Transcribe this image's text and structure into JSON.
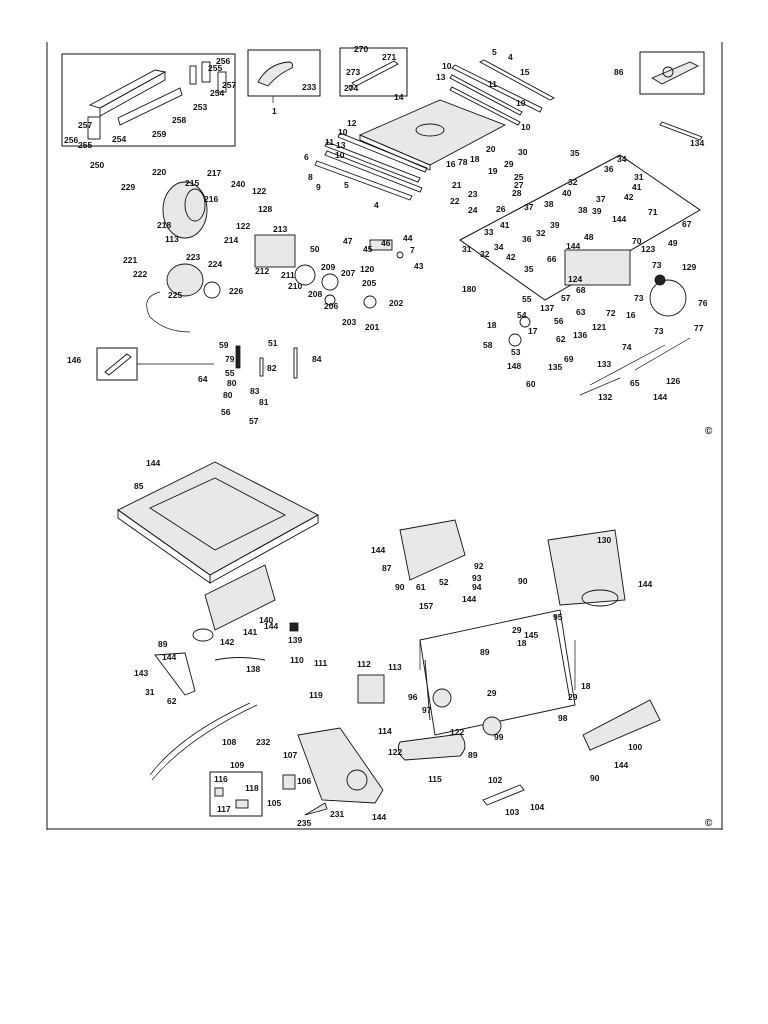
{
  "copyright_symbol": "©",
  "part_labels": [
    {
      "id": "l1",
      "text": "1"
    },
    {
      "id": "l233",
      "text": "233"
    },
    {
      "id": "l250",
      "text": "250"
    },
    {
      "id": "l259",
      "text": "259"
    },
    {
      "id": "l258",
      "text": "258"
    },
    {
      "id": "l253",
      "text": "253"
    },
    {
      "id": "l256a",
      "text": "256"
    },
    {
      "id": "l255a",
      "text": "255"
    },
    {
      "id": "l257a",
      "text": "257"
    },
    {
      "id": "l254a",
      "text": "254"
    },
    {
      "id": "l256b",
      "text": "256"
    },
    {
      "id": "l257b",
      "text": "257"
    },
    {
      "id": "l255b",
      "text": "255"
    },
    {
      "id": "l254b",
      "text": "254"
    },
    {
      "id": "l270",
      "text": "270"
    },
    {
      "id": "l271",
      "text": "271"
    },
    {
      "id": "l273",
      "text": "273"
    },
    {
      "id": "l274",
      "text": "274"
    },
    {
      "id": "l5a",
      "text": "5"
    },
    {
      "id": "l4a",
      "text": "4"
    },
    {
      "id": "l15",
      "text": "15"
    },
    {
      "id": "l10a",
      "text": "10"
    },
    {
      "id": "l13a",
      "text": "13"
    },
    {
      "id": "l11a",
      "text": "11"
    },
    {
      "id": "l10b",
      "text": "10"
    },
    {
      "id": "l10c",
      "text": "10"
    },
    {
      "id": "l86",
      "text": "86"
    },
    {
      "id": "l134",
      "text": "134"
    },
    {
      "id": "l14",
      "text": "14"
    },
    {
      "id": "l12",
      "text": "12"
    },
    {
      "id": "l10d",
      "text": "10"
    },
    {
      "id": "l11b",
      "text": "11"
    },
    {
      "id": "l13b",
      "text": "13"
    },
    {
      "id": "l10e",
      "text": "10"
    },
    {
      "id": "l6",
      "text": "6"
    },
    {
      "id": "l8",
      "text": "8"
    },
    {
      "id": "l9",
      "text": "9"
    },
    {
      "id": "l5b",
      "text": "5"
    },
    {
      "id": "l4b",
      "text": "4"
    },
    {
      "id": "l20",
      "text": "20"
    },
    {
      "id": "l30",
      "text": "30"
    },
    {
      "id": "l16",
      "text": "16"
    },
    {
      "id": "l78",
      "text": "78"
    },
    {
      "id": "l18a",
      "text": "18"
    },
    {
      "id": "l29a",
      "text": "29"
    },
    {
      "id": "l19",
      "text": "19"
    },
    {
      "id": "l25",
      "text": "25"
    },
    {
      "id": "l21",
      "text": "21"
    },
    {
      "id": "l27",
      "text": "27"
    },
    {
      "id": "l23",
      "text": "23"
    },
    {
      "id": "l28",
      "text": "28"
    },
    {
      "id": "l22",
      "text": "22"
    },
    {
      "id": "l24",
      "text": "24"
    },
    {
      "id": "l26",
      "text": "26"
    },
    {
      "id": "l35a",
      "text": "35"
    },
    {
      "id": "l34a",
      "text": "34"
    },
    {
      "id": "l36a",
      "text": "36"
    },
    {
      "id": "l31a",
      "text": "31"
    },
    {
      "id": "l41a",
      "text": "41"
    },
    {
      "id": "l42a",
      "text": "42"
    },
    {
      "id": "l32a",
      "text": "32"
    },
    {
      "id": "l40",
      "text": "40"
    },
    {
      "id": "l37a",
      "text": "37"
    },
    {
      "id": "l38a",
      "text": "38"
    },
    {
      "id": "l39a",
      "text": "39"
    },
    {
      "id": "l38b",
      "text": "38"
    },
    {
      "id": "l39b",
      "text": "39"
    },
    {
      "id": "l37b",
      "text": "37"
    },
    {
      "id": "l32b",
      "text": "32"
    },
    {
      "id": "l41b",
      "text": "41"
    },
    {
      "id": "l33",
      "text": "33"
    },
    {
      "id": "l36b",
      "text": "36"
    },
    {
      "id": "l31b",
      "text": "31"
    },
    {
      "id": "l34b",
      "text": "34"
    },
    {
      "id": "l32c",
      "text": "32"
    },
    {
      "id": "l42b",
      "text": "42"
    },
    {
      "id": "l35b",
      "text": "35"
    },
    {
      "id": "l66",
      "text": "66"
    },
    {
      "id": "l144a",
      "text": "144"
    },
    {
      "id": "l70",
      "text": "70"
    },
    {
      "id": "l71",
      "text": "71"
    },
    {
      "id": "l67",
      "text": "67"
    },
    {
      "id": "l48",
      "text": "48"
    },
    {
      "id": "l144b",
      "text": "144"
    },
    {
      "id": "l123",
      "text": "123"
    },
    {
      "id": "l49",
      "text": "49"
    },
    {
      "id": "l124",
      "text": "124"
    },
    {
      "id": "l73a",
      "text": "73"
    },
    {
      "id": "l129",
      "text": "129"
    },
    {
      "id": "l180",
      "text": "180"
    },
    {
      "id": "l68",
      "text": "68"
    },
    {
      "id": "l73b",
      "text": "73"
    },
    {
      "id": "l220",
      "text": "220"
    },
    {
      "id": "l229",
      "text": "229"
    },
    {
      "id": "l217",
      "text": "217"
    },
    {
      "id": "l215",
      "text": "215"
    },
    {
      "id": "l216",
      "text": "216"
    },
    {
      "id": "l240",
      "text": "240"
    },
    {
      "id": "l122a",
      "text": "122"
    },
    {
      "id": "l128",
      "text": "128"
    },
    {
      "id": "l122b",
      "text": "122"
    },
    {
      "id": "l218",
      "text": "218"
    },
    {
      "id": "l113a",
      "text": "113"
    },
    {
      "id": "l213",
      "text": "213"
    },
    {
      "id": "l214",
      "text": "214"
    },
    {
      "id": "l50",
      "text": "50"
    },
    {
      "id": "l212",
      "text": "212"
    },
    {
      "id": "l221",
      "text": "221"
    },
    {
      "id": "l222",
      "text": "222"
    },
    {
      "id": "l223",
      "text": "223"
    },
    {
      "id": "l224",
      "text": "224"
    },
    {
      "id": "l209",
      "text": "209"
    },
    {
      "id": "l211",
      "text": "211"
    },
    {
      "id": "l207",
      "text": "207"
    },
    {
      "id": "l210",
      "text": "210"
    },
    {
      "id": "l208",
      "text": "208"
    },
    {
      "id": "l206",
      "text": "206"
    },
    {
      "id": "l205",
      "text": "205"
    },
    {
      "id": "l202",
      "text": "202"
    },
    {
      "id": "l203",
      "text": "203"
    },
    {
      "id": "l201",
      "text": "201"
    },
    {
      "id": "l225",
      "text": "225"
    },
    {
      "id": "l226",
      "text": "226"
    },
    {
      "id": "l47",
      "text": "47"
    },
    {
      "id": "l46",
      "text": "46"
    },
    {
      "id": "l45",
      "text": "45"
    },
    {
      "id": "l44",
      "text": "44"
    },
    {
      "id": "l7",
      "text": "7"
    },
    {
      "id": "l120",
      "text": "120"
    },
    {
      "id": "l43",
      "text": "43"
    },
    {
      "id": "l55a",
      "text": "55"
    },
    {
      "id": "l57a",
      "text": "57"
    },
    {
      "id": "l137",
      "text": "137"
    },
    {
      "id": "l54",
      "text": "54"
    },
    {
      "id": "l17",
      "text": "17"
    },
    {
      "id": "l56a",
      "text": "56"
    },
    {
      "id": "l63",
      "text": "63"
    },
    {
      "id": "l16b",
      "text": "16"
    },
    {
      "id": "l121",
      "text": "121"
    },
    {
      "id": "l72",
      "text": "72"
    },
    {
      "id": "l76",
      "text": "76"
    },
    {
      "id": "l77",
      "text": "77"
    },
    {
      "id": "l18b",
      "text": "18"
    },
    {
      "id": "l136",
      "text": "136"
    },
    {
      "id": "l62a",
      "text": "62"
    },
    {
      "id": "l73c",
      "text": "73"
    },
    {
      "id": "l58",
      "text": "58"
    },
    {
      "id": "l53",
      "text": "53"
    },
    {
      "id": "l74",
      "text": "74"
    },
    {
      "id": "l69",
      "text": "69"
    },
    {
      "id": "l148",
      "text": "148"
    },
    {
      "id": "l135",
      "text": "135"
    },
    {
      "id": "l133",
      "text": "133"
    },
    {
      "id": "l60",
      "text": "60"
    },
    {
      "id": "l65",
      "text": "65"
    },
    {
      "id": "l126",
      "text": "126"
    },
    {
      "id": "l132",
      "text": "132"
    },
    {
      "id": "l144c",
      "text": "144"
    },
    {
      "id": "l59",
      "text": "59"
    },
    {
      "id": "l51",
      "text": "51"
    },
    {
      "id": "l146",
      "text": "146"
    },
    {
      "id": "l79",
      "text": "79"
    },
    {
      "id": "l84",
      "text": "84"
    },
    {
      "id": "l55b",
      "text": "55"
    },
    {
      "id": "l82",
      "text": "82"
    },
    {
      "id": "l64",
      "text": "64"
    },
    {
      "id": "l80a",
      "text": "80"
    },
    {
      "id": "l83",
      "text": "83"
    },
    {
      "id": "l80b",
      "text": "80"
    },
    {
      "id": "l81",
      "text": "81"
    },
    {
      "id": "l56b",
      "text": "56"
    },
    {
      "id": "l57b",
      "text": "57"
    },
    {
      "id": "l144d",
      "text": "144"
    },
    {
      "id": "l85",
      "text": "85"
    },
    {
      "id": "l140",
      "text": "140"
    },
    {
      "id": "l144e",
      "text": "144"
    },
    {
      "id": "l141",
      "text": "141"
    },
    {
      "id": "l139",
      "text": "139"
    },
    {
      "id": "l142",
      "text": "142"
    },
    {
      "id": "l89a",
      "text": "89"
    },
    {
      "id": "l144f",
      "text": "144"
    },
    {
      "id": "l143",
      "text": "143"
    },
    {
      "id": "l138",
      "text": "138"
    },
    {
      "id": "l31c",
      "text": "31"
    },
    {
      "id": "l62b",
      "text": "62"
    },
    {
      "id": "l110",
      "text": "110"
    },
    {
      "id": "l111",
      "text": "111"
    },
    {
      "id": "l119",
      "text": "119"
    },
    {
      "id": "l112",
      "text": "112"
    },
    {
      "id": "l113b",
      "text": "113"
    },
    {
      "id": "l108",
      "text": "108"
    },
    {
      "id": "l144g",
      "text": "144"
    },
    {
      "id": "l87",
      "text": "87"
    },
    {
      "id": "l90a",
      "text": "90"
    },
    {
      "id": "l61",
      "text": "61"
    },
    {
      "id": "l52",
      "text": "52"
    },
    {
      "id": "l157",
      "text": "157"
    },
    {
      "id": "l92",
      "text": "92"
    },
    {
      "id": "l93",
      "text": "93"
    },
    {
      "id": "l94",
      "text": "94"
    },
    {
      "id": "l90b",
      "text": "90"
    },
    {
      "id": "l130",
      "text": "130"
    },
    {
      "id": "l144h",
      "text": "144"
    },
    {
      "id": "l144i",
      "text": "144"
    },
    {
      "id": "l95",
      "text": "95"
    },
    {
      "id": "l29b",
      "text": "29"
    },
    {
      "id": "l145",
      "text": "145"
    },
    {
      "id": "l18c",
      "text": "18"
    },
    {
      "id": "l89b",
      "text": "89"
    },
    {
      "id": "l96",
      "text": "96"
    },
    {
      "id": "l29c",
      "text": "29"
    },
    {
      "id": "l97",
      "text": "97"
    },
    {
      "id": "l18d",
      "text": "18"
    },
    {
      "id": "l29d",
      "text": "29"
    },
    {
      "id": "l98",
      "text": "98"
    },
    {
      "id": "l114",
      "text": "114"
    },
    {
      "id": "l122c",
      "text": "122"
    },
    {
      "id": "l122d",
      "text": "122"
    },
    {
      "id": "l89c",
      "text": "89"
    },
    {
      "id": "l115",
      "text": "115"
    },
    {
      "id": "l99",
      "text": "99"
    },
    {
      "id": "l100",
      "text": "100"
    },
    {
      "id": "l90c",
      "text": "90"
    },
    {
      "id": "l144j",
      "text": "144"
    },
    {
      "id": "l102",
      "text": "102"
    },
    {
      "id": "l103",
      "text": "103"
    },
    {
      "id": "l104",
      "text": "104"
    },
    {
      "id": "l232",
      "text": "232"
    },
    {
      "id": "l107",
      "text": "107"
    },
    {
      "id": "l109",
      "text": "109"
    },
    {
      "id": "l116",
      "text": "116"
    },
    {
      "id": "l118",
      "text": "118"
    },
    {
      "id": "l117",
      "text": "117"
    },
    {
      "id": "l106",
      "text": "106"
    },
    {
      "id": "l105",
      "text": "105"
    },
    {
      "id": "l235",
      "text": "235"
    },
    {
      "id": "l231",
      "text": "231"
    },
    {
      "id": "l144k",
      "text": "144"
    }
  ]
}
